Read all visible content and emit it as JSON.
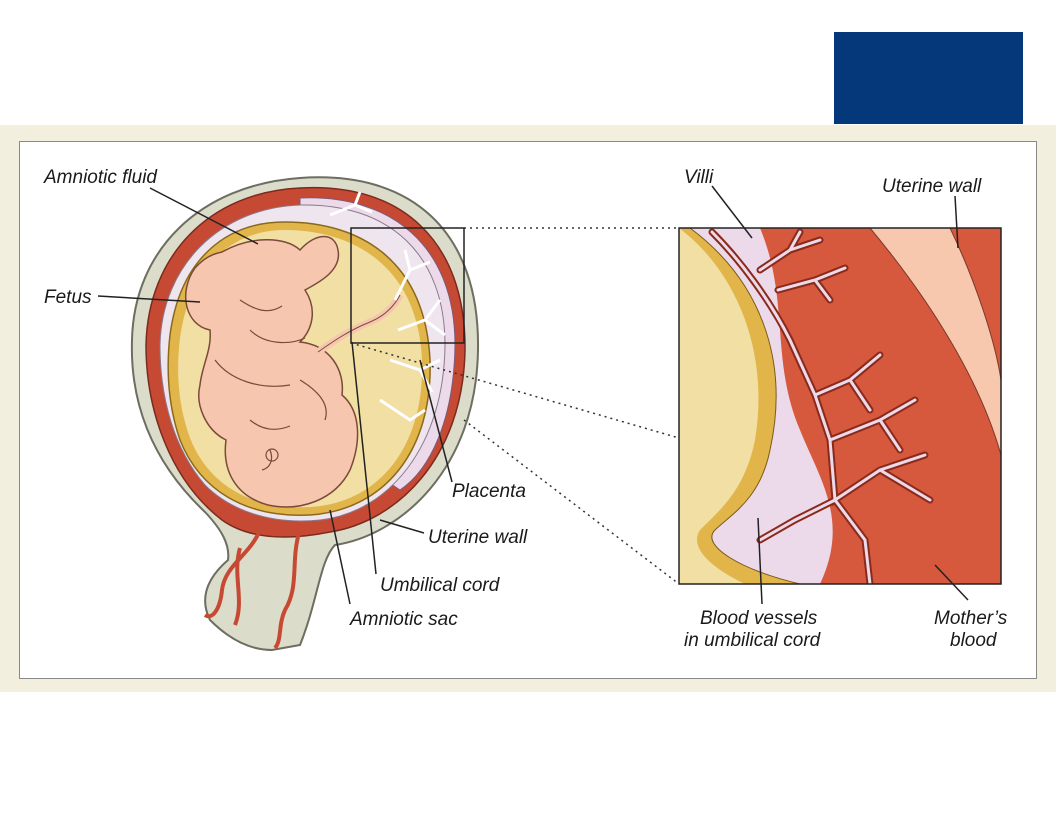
{
  "colors": {
    "accent_block": "#04387a",
    "panel_bg": "#f3efdf",
    "uterine_outer": "#dcdccb",
    "uterine_muscle": "#c64a33",
    "mother_blood": "#d6583d",
    "placenta_lining": "#ecd9ea",
    "amniotic_sac": "#e2b54a",
    "amniotic_fluid": "#f1dfa4",
    "fetus_skin": "#f7c6ae",
    "vessel_blue": "#c9cde8",
    "uterine_wall_light": "#f7c7ae"
  },
  "labels": {
    "amniotic_fluid": "Amniotic fluid",
    "fetus": "Fetus",
    "placenta": "Placenta",
    "uterine_wall_main": "Uterine wall",
    "umbilical_cord": "Umbilical cord",
    "amniotic_sac": "Amniotic sac",
    "villi": "Villi",
    "uterine_wall_detail": "Uterine wall",
    "blood_vessels_line1": "Blood vessels",
    "blood_vessels_line2": "in umbilical cord",
    "mothers_blood_line1": "Mother’s",
    "mothers_blood_line2": "blood"
  }
}
